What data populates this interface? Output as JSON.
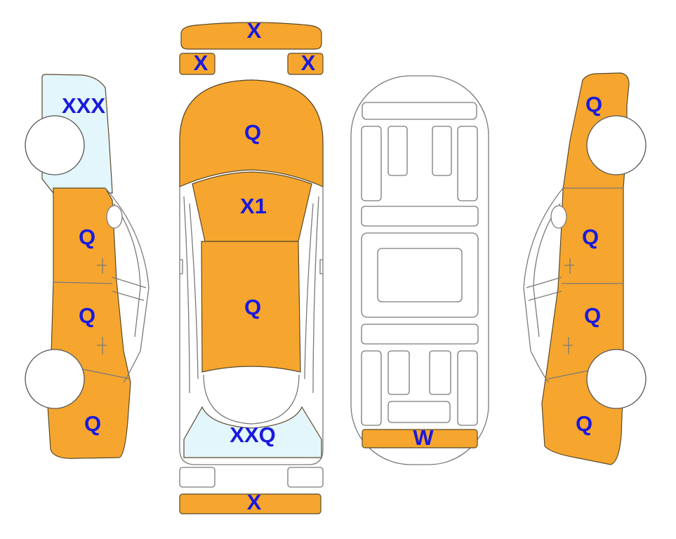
{
  "colors": {
    "damaged": "#f6a62e",
    "minor": "#e3f6fc",
    "label": "#1a1adc",
    "none": "#ffffff"
  },
  "labels": {
    "top_front_bumper": "X",
    "top_left_headlight": "X",
    "top_right_headlight": "X",
    "top_hood": "Q",
    "top_windshield": "X1",
    "top_roof": "Q",
    "top_rear_glass": "XXQ",
    "top_rear_bumper": "X",
    "underbody_rear": "W",
    "left_front_glass": "XXX",
    "left_front_door": "Q",
    "left_rear_door": "Q",
    "left_rear_quarter": "Q",
    "right_front_fender": "Q",
    "right_front_door": "Q",
    "right_rear_door": "Q",
    "right_rear_quarter": "Q"
  }
}
